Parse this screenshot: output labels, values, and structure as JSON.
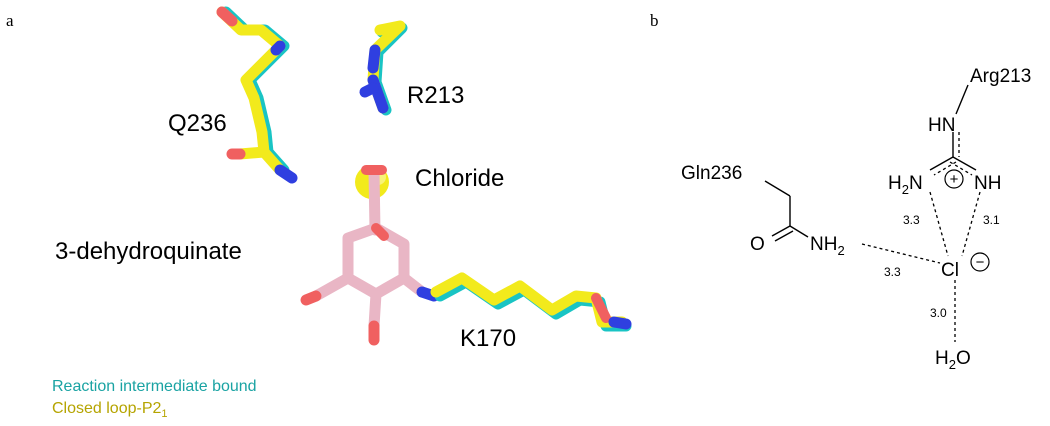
{
  "panel_a": {
    "letter": "a",
    "labels": {
      "q236": "Q236",
      "r213": "R213",
      "chloride": "Chloride",
      "dhq": "3-dehydroquinate",
      "k170": "K170"
    },
    "legend": {
      "item1": "Reaction intermediate bound",
      "item2_main": "Closed loop-P2",
      "item2_sub": "1"
    },
    "colors": {
      "cyan": "#19c4c4",
      "yellow": "#f2ea1c",
      "pink": "#e9b6c5",
      "oxygen": "#f06060",
      "nitrogen": "#2f3fe0",
      "legend_cyan": "#1aa3a3",
      "legend_yellow": "#b5a400"
    }
  },
  "panel_b": {
    "letter": "b",
    "arg": "Arg213",
    "hn": "HN",
    "h2n_h": "H",
    "h2n_sub": "2",
    "h2n_n": "N",
    "nh": "NH",
    "plus": "+",
    "gln": "Gln236",
    "o": "O",
    "nh2_nh": "NH",
    "nh2_sub": "2",
    "cl": "Cl",
    "minus": "−",
    "h2o_h": "H",
    "h2o_sub": "2",
    "h2o_o": "O",
    "d1": "3.3",
    "d2": "3.1",
    "d3": "3.3",
    "d4": "3.0"
  }
}
